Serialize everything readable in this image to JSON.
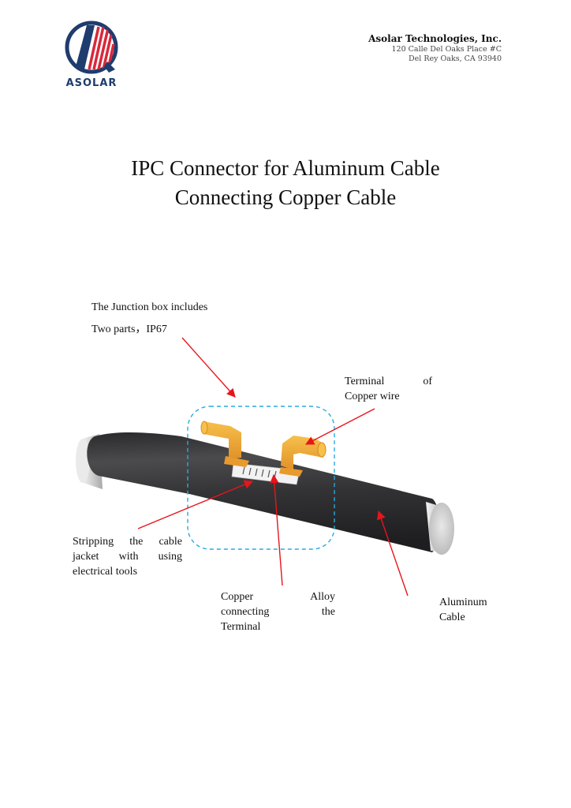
{
  "header": {
    "logo_text": "ASOLAR",
    "company_name": "Asolar Technologies, Inc.",
    "address_line1": "120 Calle Del Oaks Place #C",
    "address_line2": "Del Rey Oaks, CA 93940",
    "brand_colors": {
      "navy": "#1f3c6e",
      "red": "#d9283a"
    }
  },
  "title": {
    "line1": "IPC Connector for Aluminum Cable",
    "line2": "Connecting Copper Cable"
  },
  "annotations": {
    "junction_line1": "The Junction box includes",
    "junction_line2": "Two parts，IP67",
    "terminal_copper": {
      "line1_left": "Terminal",
      "line1_right": "of",
      "line2": "Copper wire"
    },
    "stripping": {
      "line1": [
        "Stripping",
        "the",
        "cable"
      ],
      "line2": [
        "jacket",
        "with",
        "using"
      ],
      "line3": "electrical tools"
    },
    "alloy": {
      "line1": [
        "Copper",
        "Alloy"
      ],
      "line2": [
        "connecting",
        "the"
      ],
      "line3": "Terminal"
    },
    "aluminum": {
      "line1": "Aluminum",
      "line2": "Cable"
    }
  },
  "colors": {
    "arrow": "#e8141c",
    "dashed_box": "#29a9e0",
    "cable_jacket": "#3a3a3c",
    "terminal": "#f0a830",
    "conductor": "#d8d8d8"
  }
}
